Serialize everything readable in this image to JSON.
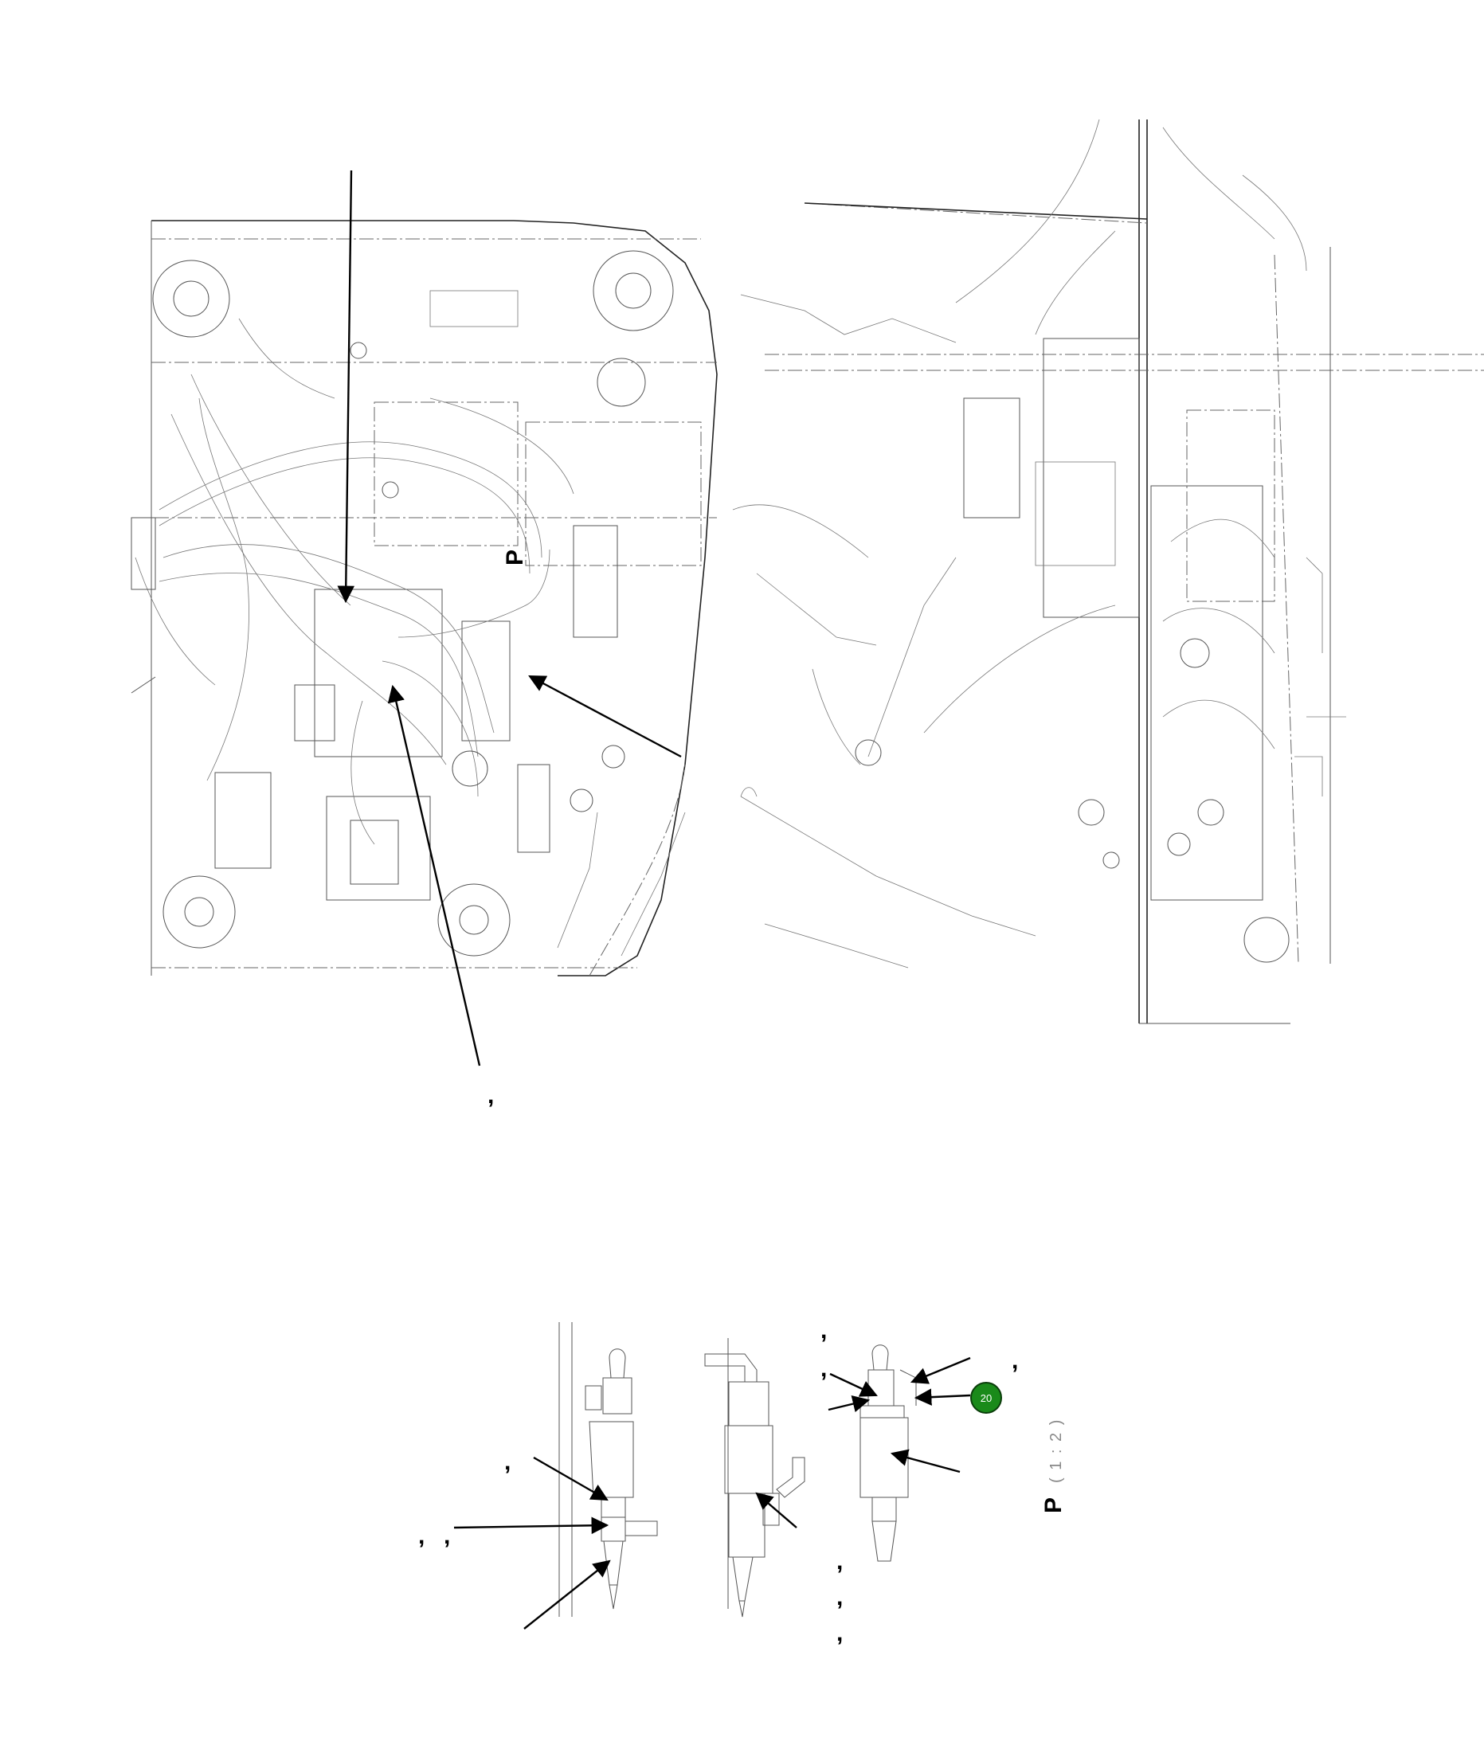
{
  "view_label": "P",
  "detail_view_label": "P",
  "detail_scale": "( 1 : 2 )",
  "callout_badge": {
    "number": "20",
    "color": "#1a8a1a",
    "border": "#0b3d0b"
  },
  "comma_mark": ",",
  "colors": {
    "line": "#555555",
    "arrow": "#000000",
    "background": "#ffffff"
  }
}
